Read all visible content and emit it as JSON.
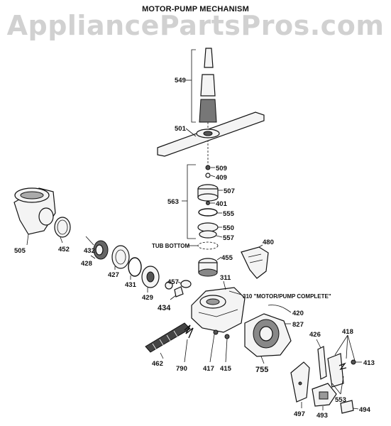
{
  "diagram": {
    "title": "MOTOR-PUMP MECHANISM",
    "watermark": "AppliancePartsPros.com",
    "notes": {
      "tub_bottom": "TUB BOTTOM",
      "motor_pump_complete": "310 \"MOTOR/PUMP COMPLETE\""
    },
    "parts": {
      "p549": "549",
      "p501": "501",
      "p509": "509",
      "p409": "409",
      "p507": "507",
      "p563": "563",
      "p401": "401",
      "p555": "555",
      "p550": "550",
      "p557": "557",
      "p505": "505",
      "p452": "452",
      "p432": "432",
      "p428": "428",
      "p427": "427",
      "p431": "431",
      "p429": "429",
      "p480": "480",
      "p455": "455",
      "p457": "457",
      "p434": "434",
      "p311": "311",
      "p420": "420",
      "p827": "827",
      "p426": "426",
      "p418": "418",
      "p413": "413",
      "p462": "462",
      "p790": "790",
      "p417": "417",
      "p415": "415",
      "p755": "755",
      "p553": "553",
      "p497": "497",
      "p493": "493",
      "p494": "494"
    }
  }
}
